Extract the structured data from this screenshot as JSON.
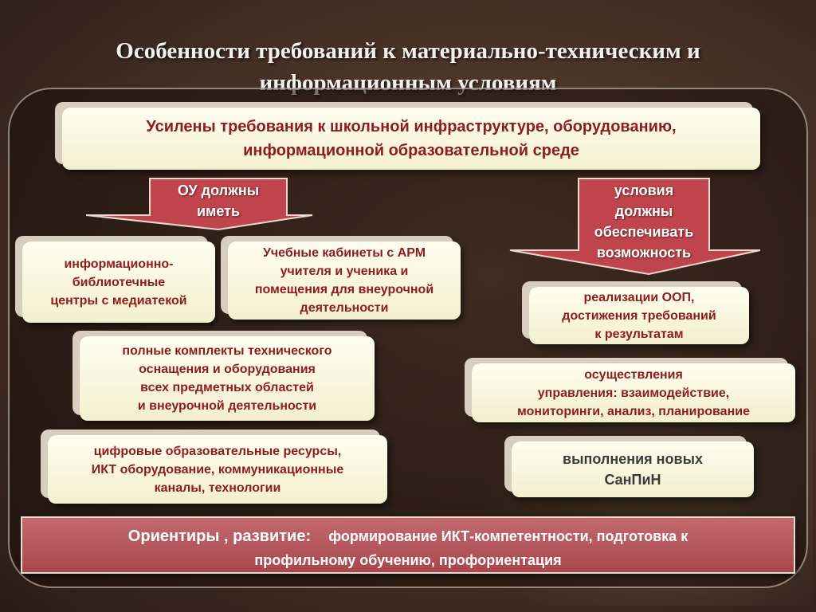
{
  "title": {
    "line1": "Особенности требований к материально-техническим и",
    "line2": "информационным условиям"
  },
  "top_box": {
    "line1": "Усилены требования к школьной инфраструктуре, оборудованию,",
    "line2": "информационной образовательной среде"
  },
  "left_arrow": {
    "line1": "ОУ должны",
    "line2": "иметь"
  },
  "right_arrow": {
    "line1": "условия",
    "line2": "должны",
    "line3": "обеспечивать",
    "line4": "возможность"
  },
  "left_items": [
    {
      "lines": [
        "информационно-",
        "библиотечные",
        "центры с  медиатекой"
      ]
    },
    {
      "lines": [
        "Учебные кабинеты с АРМ",
        "учителя и ученика и",
        "помещения для внеурочной",
        "деятельности"
      ]
    },
    {
      "lines": [
        "полные комплекты технического",
        "оснащения и оборудования",
        "всех предметных областей",
        "и внеурочной деятельности"
      ]
    },
    {
      "lines": [
        "цифровые образовательные ресурсы,",
        "ИКТ оборудование, коммуникационные",
        "каналы, технологии"
      ]
    }
  ],
  "right_items": [
    {
      "lines": [
        "реализации ООП,",
        "достижения требований",
        "к результатам"
      ]
    },
    {
      "lines": [
        "осуществления",
        "управления: взаимодействие,",
        "мониторинги, анализ, планирование"
      ]
    },
    {
      "lines": [
        "выполнения новых",
        "СанПиН"
      ]
    }
  ],
  "banner": {
    "lead": "Ориентиры , развитие:",
    "rest1": "формирование ИКТ-компетентности, подготовка к",
    "rest2": "профильному обучению, профориентация"
  },
  "colors": {
    "accent_red": "#8b1d1d",
    "arrow_red": "#c0444b",
    "banner_red": "#b0525a",
    "box_fill": "#fffdf0"
  }
}
